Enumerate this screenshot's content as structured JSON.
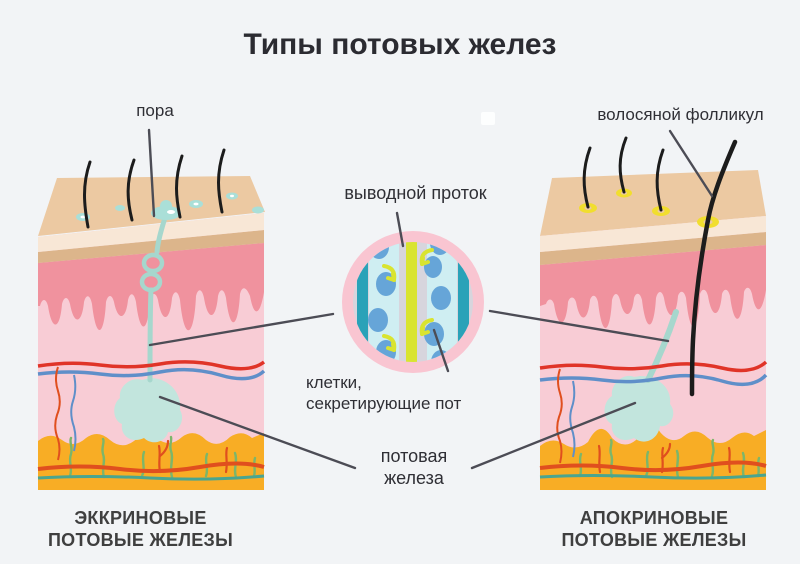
{
  "title": "Типы потовых желез",
  "labels": {
    "pore": "пора",
    "hair_follicle": "волосяной фолликул",
    "excretory_duct": "выводной проток",
    "secreting_cells_line1": "клетки,",
    "secreting_cells_line2": "секретирующие пот",
    "sweat_gland_line1": "потовая",
    "sweat_gland_line2": "железа"
  },
  "captions": {
    "left_line1": "ЭККРИНОВЫЕ",
    "left_line2": "ПОТОВЫЕ ЖЕЛЕЗЫ",
    "right_line1": "АПОКРИНОВЫЕ",
    "right_line2": "ПОТОВЫЕ ЖЕЛЕЗЫ"
  },
  "colors": {
    "background": "#f2f4f6",
    "title_text": "#2b2b31",
    "label_text": "#2f2f35",
    "caption_text": "#3f3f3f",
    "pointer_line": "#4c4c55",
    "skin_top": "#ecc9a2",
    "epidermis_cream": "#f8e7d6",
    "epidermis_tan": "#dcb58b",
    "dermis_dark_pink": "#f0929e",
    "dermis_light_pink": "#f8ccd5",
    "fat_orange": "#f8ad25",
    "vessel_red": "#e03428",
    "vessel_blue": "#5f8fc9",
    "vessel_bottom_red": "#e04f1e",
    "vessel_bottom_teal": "#4aa58f",
    "nerve_green": "#7cb66a",
    "gland_teal": "#c2e5dd",
    "duct_teal": "#a6d7cd",
    "hair_black": "#1c1c1c",
    "follicle_yellow": "#f1de2e",
    "droplet_teal": "#aadfd8",
    "circle_ring_pink": "#f9c5d1",
    "circle_inner_gray": "#d7d5dd",
    "circle_cyan_band": "#cfeef2",
    "circle_teal_stripe": "#2aa2b8",
    "cell_blue": "#66a5d8",
    "duct_yellow": "#d9e430"
  }
}
